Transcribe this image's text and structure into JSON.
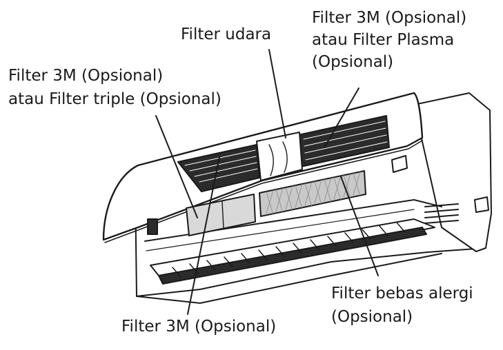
{
  "colors": {
    "line": "#1a1a1a",
    "panel": "#ffffff",
    "filter_fill": "#d9d9d9",
    "mesh": "#8a8a8a",
    "vent": "#2b2b2b"
  },
  "labels": {
    "filter_udara": "Filter udara",
    "filter_3m_plasma": [
      "Filter 3M (Opsional)",
      "atau Filter Plasma",
      "(Opsional)"
    ],
    "filter_3m_triple": [
      "Filter 3M (Opsional)",
      "atau Filter triple (Opsional)"
    ],
    "filter_bebas_alergi": [
      "Filter bebas alergi",
      "(Opsional)"
    ],
    "filter_3m_bottom": "Filter 3M (Opsional)"
  }
}
